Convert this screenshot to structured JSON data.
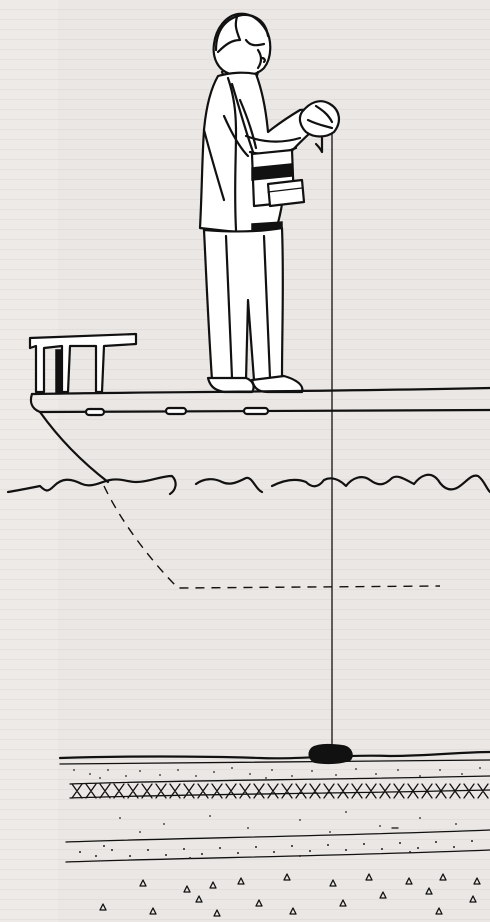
{
  "scene": {
    "figures": [
      {
        "name": "person-on-boat",
        "role": "operator holding sounding line",
        "interactable": false
      },
      {
        "name": "boat-hull",
        "role": "vessel",
        "interactable": false
      },
      {
        "name": "water-surface",
        "role": "sea level line",
        "interactable": false
      },
      {
        "name": "sounding-line",
        "role": "weighted line to seabed",
        "interactable": false
      },
      {
        "name": "sediment-layers",
        "role": "seabed strata",
        "interactable": false
      }
    ]
  },
  "colors": {
    "paper": "#e9e5e2",
    "ink": "#111111",
    "white": "#ffffff"
  }
}
